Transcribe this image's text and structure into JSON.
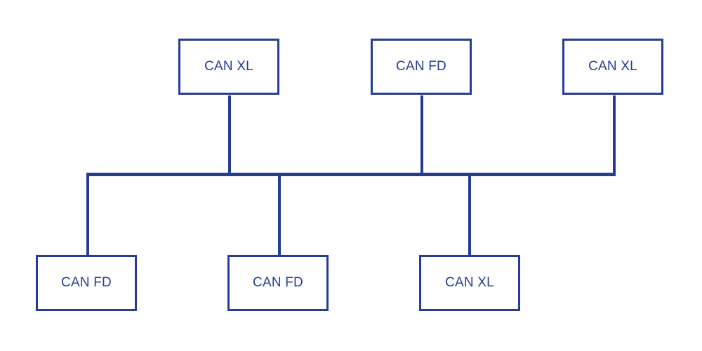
{
  "colors": {
    "line": "#263d91",
    "node_border": "#263d91",
    "node_text": "#263d91",
    "background": "#ffffff"
  },
  "nodes": {
    "top": [
      {
        "label": "CAN XL"
      },
      {
        "label": "CAN FD"
      },
      {
        "label": "CAN XL"
      }
    ],
    "bottom": [
      {
        "label": "CAN FD"
      },
      {
        "label": "CAN FD"
      },
      {
        "label": "CAN XL"
      }
    ]
  }
}
